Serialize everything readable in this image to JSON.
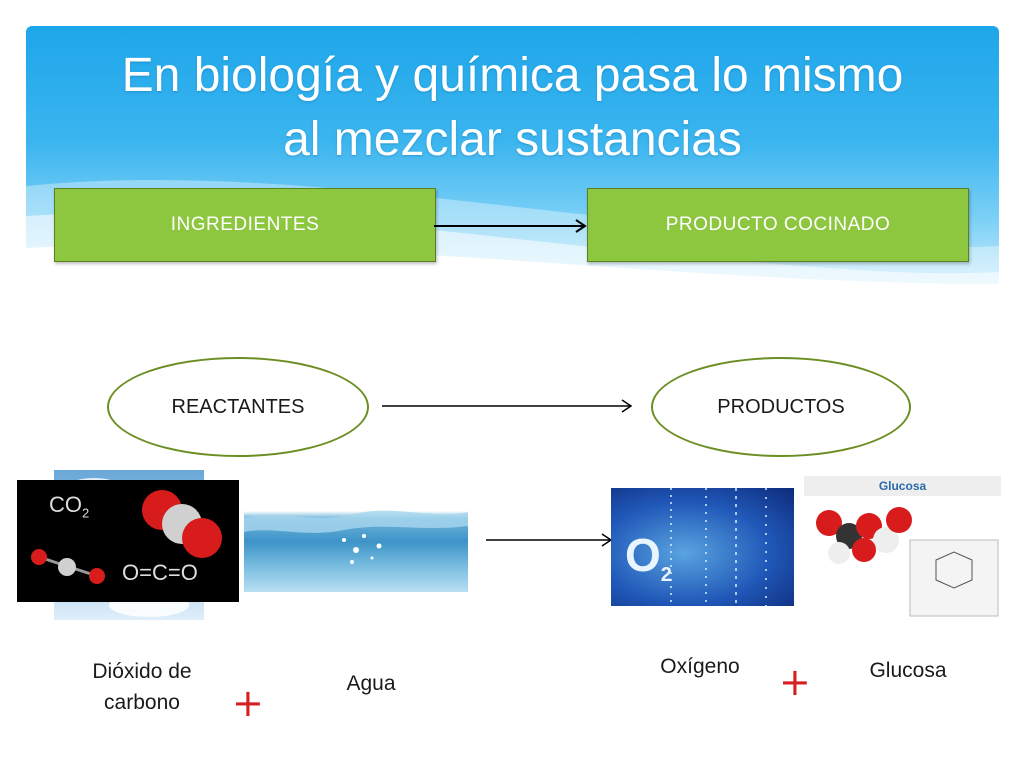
{
  "slide": {
    "title_line1": "En biología y química pasa lo mismo",
    "title_line2": "al mezclar sustancias"
  },
  "top_flow": {
    "left_box": "INGREDIENTES",
    "right_box": "PRODUCTO COCINADO"
  },
  "reaction_flow": {
    "left_ellipse": "REACTANTES",
    "right_ellipse": "PRODUCTOS"
  },
  "images": {
    "co2": {
      "formula": "CO",
      "subscript": "2",
      "structure": "O=C=O"
    },
    "oxygen": {
      "formula": "O",
      "subscript": "2"
    },
    "glucose_header": "Glucosa"
  },
  "labels": {
    "co2_line1": "Dióxido de",
    "co2_line2": "carbono",
    "water": "Agua",
    "oxygen": "Oxígeno",
    "glucose": "Glucosa",
    "plus": "+"
  },
  "colors": {
    "banner": "#1ea6ea",
    "green_box": "#8dc63f",
    "ellipse_border": "#6b8e23",
    "plus": "#d42020"
  }
}
